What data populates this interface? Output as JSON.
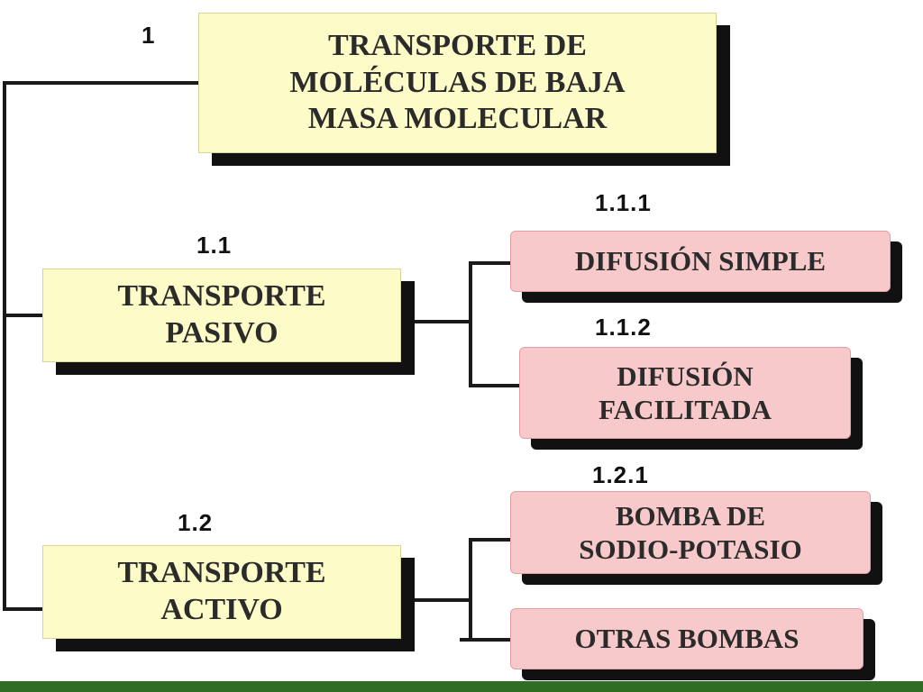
{
  "nodes": {
    "root": {
      "number": "1",
      "label": "TRANSPORTE DE\nMOLÉCULAS DE BAJA\nMASA MOLECULAR"
    },
    "pasivo": {
      "number": "1.1",
      "label": "TRANSPORTE\nPASIVO"
    },
    "activo": {
      "number": "1.2",
      "label": "TRANSPORTE\nACTIVO"
    },
    "difusion_simple": {
      "number": "1.1.1",
      "label": "DIFUSIÓN SIMPLE"
    },
    "difusion_facilitada": {
      "number": "1.1.2",
      "label": "DIFUSIÓN\nFACILITADA"
    },
    "bomba_sodio": {
      "number": "1.2.1",
      "label": "BOMBA DE\nSODIO-POTASIO"
    },
    "otras_bombas": {
      "number": "",
      "label": "OTRAS BOMBAS"
    }
  },
  "colors": {
    "level1_fill": "#fdfbc8",
    "level2_fill": "#f8c9cb",
    "shadow": "#111111",
    "connector": "#1a1a1a",
    "footer_bar": "#2f6d24"
  }
}
